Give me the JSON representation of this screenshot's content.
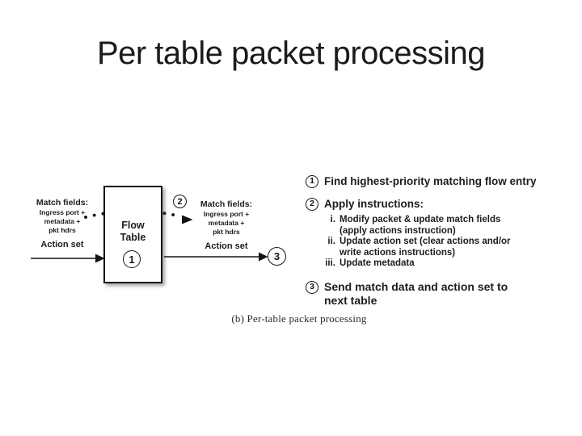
{
  "slide": {
    "title": "Per table packet processing"
  },
  "figure": {
    "flow_box": {
      "label_line1": "Flow",
      "label_line2": "Table",
      "step_number": "1"
    },
    "left_labels": {
      "title": "Match fields:",
      "sub_lines": [
        "Ingress port +",
        "metadata +",
        "pkt hdrs"
      ],
      "action": "Action set"
    },
    "right_labels": {
      "title": "Match fields:",
      "sub_lines": [
        "Ingress port +",
        "metadata +",
        "pkt hdrs"
      ],
      "action": "Action set",
      "step_number": "2",
      "output_step_number": "3"
    },
    "steps": [
      {
        "num": "1",
        "text": "Find highest-priority matching flow entry"
      },
      {
        "num": "2",
        "text": "Apply instructions:",
        "sub_items": [
          {
            "marker": "i.",
            "line1": "Modify packet & update match fields",
            "line2": "(apply actions instruction)"
          },
          {
            "marker": "ii.",
            "line1": "Update action set (clear actions and/or",
            "line2": "write actions instructions)"
          },
          {
            "marker": "iii.",
            "line1": "Update metadata"
          }
        ]
      },
      {
        "num": "3",
        "line1": "Send match data and action set to",
        "line2": "next table"
      }
    ],
    "caption": "(b) Per-table packet processing"
  },
  "colors": {
    "text": "#1c1c1c",
    "line": "#111111",
    "background": "#ffffff"
  }
}
